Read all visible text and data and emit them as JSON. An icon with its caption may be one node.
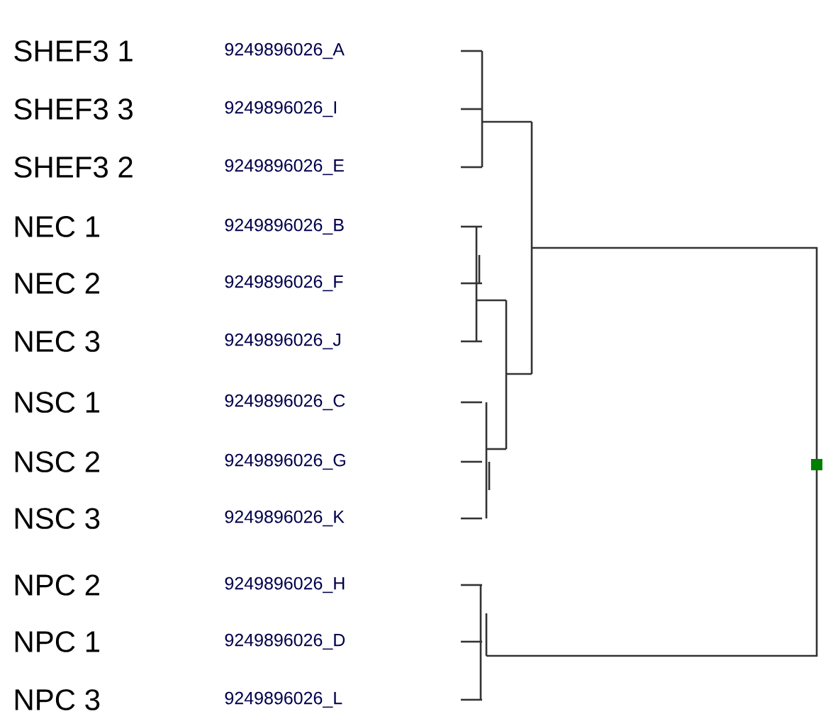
{
  "diagram": {
    "labels": [
      "SHEF3 1",
      "9249896026_A",
      "SHEF3 3",
      "9249896026_I",
      "SHEF3 2",
      "9249896026_E",
      "NEC 1",
      "9249896026_B",
      "NEC 2",
      "9249896026_F",
      "NEC 3",
      "9249896026_J",
      "NSC 1",
      "9249896026_C",
      "NSC 2",
      "9249896026_G",
      "NSC 3",
      "9249896026_K",
      "NPC 2",
      "9249896026_H",
      "NPC 1",
      "9249896026_D",
      "NPC 3",
      "9249896026_L"
    ]
  }
}
